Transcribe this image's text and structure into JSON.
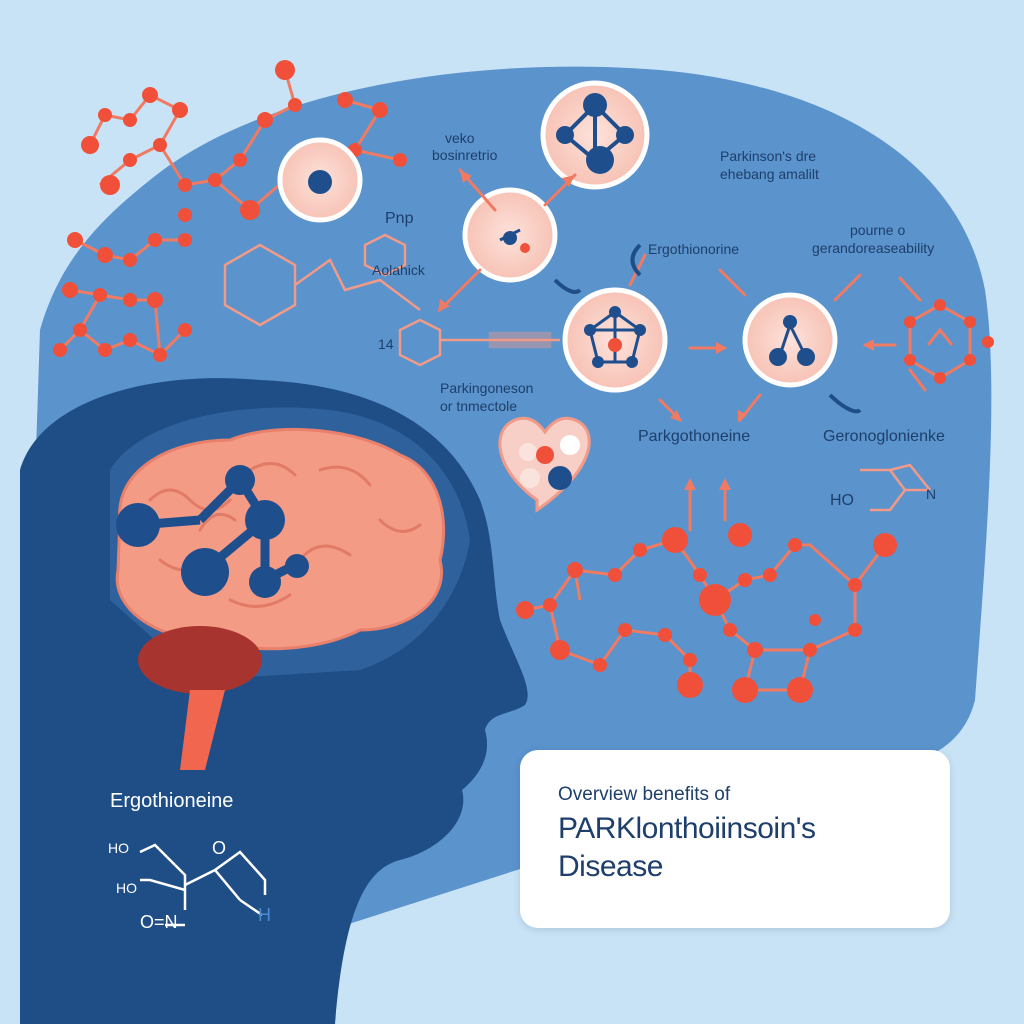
{
  "labels": {
    "top_left_a": "veko",
    "top_left_b": "bosinretrio",
    "top_right_a": "Parkinson's dre",
    "top_right_b": "ehebang amalilt",
    "pnp": "Pnp",
    "aolahick": "Aolahick",
    "number_14": "14",
    "ergothioneine_mid": "Ergothionorine",
    "right_top_a": "pourne o",
    "right_top_b": "gerandoreaseability",
    "parkingonson_a": "Parkingoneson",
    "parkingonson_b": "or tnmectole",
    "parkgothioneine": "Parkgothoneine",
    "gerongionionke": "Geronoglonienke",
    "ho_right": "HO",
    "n_right": "N",
    "ergothioneine_head": "Ergothioneine",
    "ho_1": "HO",
    "ho_2": "HO",
    "o_n": "O=N",
    "o_ring": "O",
    "h_end": "H"
  },
  "caption": {
    "line1": "Overview benefits of",
    "line2": "PARKlonthoiinsoin's",
    "line3": "Disease"
  },
  "colors": {
    "background": "#c9e3f6",
    "blob": "#5b93cc",
    "head": "#1f4e86",
    "brain": "#f49b86",
    "atom_red": "#f0503a",
    "atom_blue": "#1f4e8c",
    "text": "#1e3f6b"
  }
}
